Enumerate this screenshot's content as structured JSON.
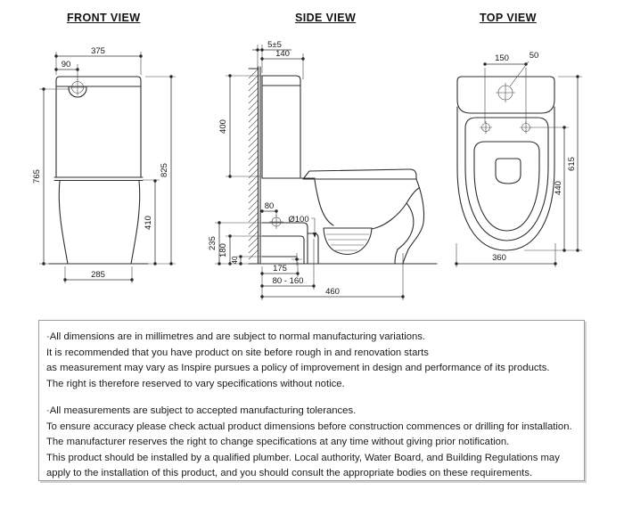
{
  "drawing": {
    "front": {
      "title": "FRONT VIEW",
      "dims": {
        "width_overall": "375",
        "button_offset": "90",
        "height_to_button": "765",
        "height_overall": "825",
        "pan_height": "410",
        "base_width": "285"
      }
    },
    "side": {
      "title": "SIDE VIEW",
      "dims": {
        "wall_gap": "5±5",
        "cistern_depth": "140",
        "cistern_height": "400",
        "inlet_offset": "80",
        "outlet_diameter": "Ø100",
        "inlet_height": "235",
        "mid_height": "180",
        "outlet_height": "40",
        "outlet_setout": "175",
        "setout_range": "80 - 160",
        "depth_overall": "460"
      }
    },
    "top": {
      "title": "TOP VIEW",
      "dims": {
        "hole_spacing": "150",
        "button_diameter": "50",
        "length_overall": "615",
        "hole_to_front": "440",
        "width_overall": "360"
      }
    }
  },
  "notes": {
    "paragraph1": [
      "·All dimensions are in millimetres and are subject to normal manufacturing variations.",
      "It is recommended that you have product on site before rough in and renovation starts",
      "as measurement may vary as Inspire pursues a policy of improvement in design and performance of its products.",
      "The right is therefore reserved to vary specifications without notice."
    ],
    "paragraph2": [
      "·All measurements are subject to accepted manufacturing tolerances.",
      "To ensure accuracy please check actual product dimensions before construction commences or drilling for installation.",
      "The manufacturer reserves the right to change specifications at any time without giving prior notification.",
      "This product should be installed by a qualified plumber. Local authority, Water Board, and Building Regulations may",
      "apply to the installation of this product, and you should consult the appropriate bodies on these requirements."
    ]
  }
}
